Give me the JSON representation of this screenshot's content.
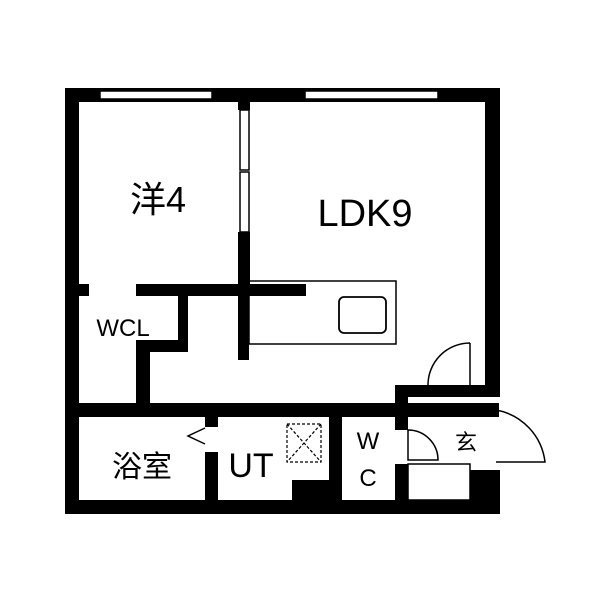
{
  "rooms": {
    "western_room": "洋4",
    "ldk": "LDK9",
    "walk_in_closet": "WCL",
    "bathroom": "浴室",
    "utility": "UT",
    "toilet_top": "W",
    "toilet_bottom": "C",
    "entrance": "玄"
  },
  "colors": {
    "wall": "#000000",
    "background": "#ffffff"
  }
}
